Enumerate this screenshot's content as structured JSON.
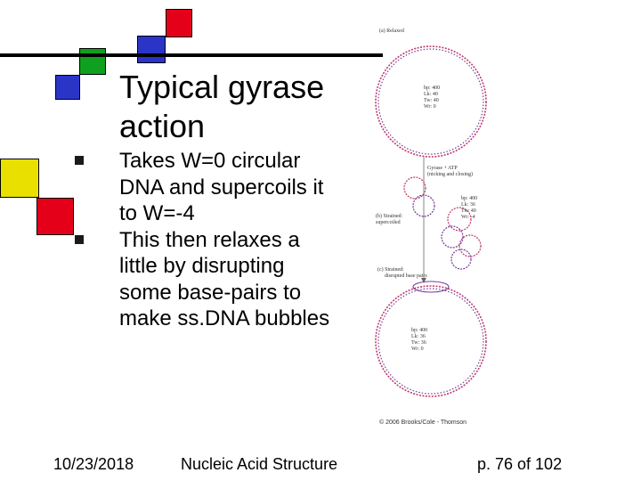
{
  "slide": {
    "title": "Typical gyrase action",
    "bullets": [
      "Takes W=0 circular DNA and supercoils it to W=-4",
      "This then relaxes a little by disrupting some base-pairs to make ss.DNA bubbles"
    ]
  },
  "figure": {
    "label_a": "(a) Relaxed",
    "stats_a": [
      "bp: 400",
      "Lk: 40",
      "Tw: 40",
      "Wr: 0"
    ],
    "gyrase_note": [
      "Gyrase + ATP",
      "(nicking and closing)"
    ],
    "label_b": [
      "(b) Strained:",
      "supercoiled"
    ],
    "stats_b": [
      "bp: 400",
      "Lk: 36",
      "Tw: 40",
      "Wr: -4"
    ],
    "label_c": [
      "(c) Strained:",
      "disrupted base pairs"
    ],
    "stats_c": [
      "bp: 400",
      "Lk: 36",
      "Tw: 36",
      "Wr: 0"
    ],
    "copyright": "© 2006 Brooks/Cole - Thomson",
    "colors": {
      "strand_a": "#c0396a",
      "strand_b": "#7a3a9a",
      "axis": "#666666"
    }
  },
  "footer": {
    "date": "10/23/2018",
    "title": "Nucleic Acid Structure",
    "page": "p. 76 of 102"
  }
}
